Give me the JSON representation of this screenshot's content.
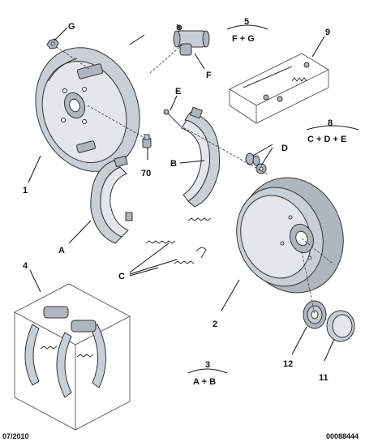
{
  "diagram": {
    "labels": {
      "l1": "1",
      "l2": "2",
      "l4": "4",
      "l9": "9",
      "l11": "11",
      "l12": "12",
      "l70": "70",
      "lA": "A",
      "lB": "B",
      "lC": "C",
      "lD": "D",
      "lE": "E",
      "lF": "F",
      "lG": "G"
    },
    "sets": [
      {
        "number": "5",
        "parts": "F + G"
      },
      {
        "number": "8",
        "parts": "C + D + E"
      },
      {
        "number": "3",
        "parts": "A + B"
      }
    ],
    "footer": {
      "date": "07/2010",
      "reference": "00088444"
    }
  }
}
